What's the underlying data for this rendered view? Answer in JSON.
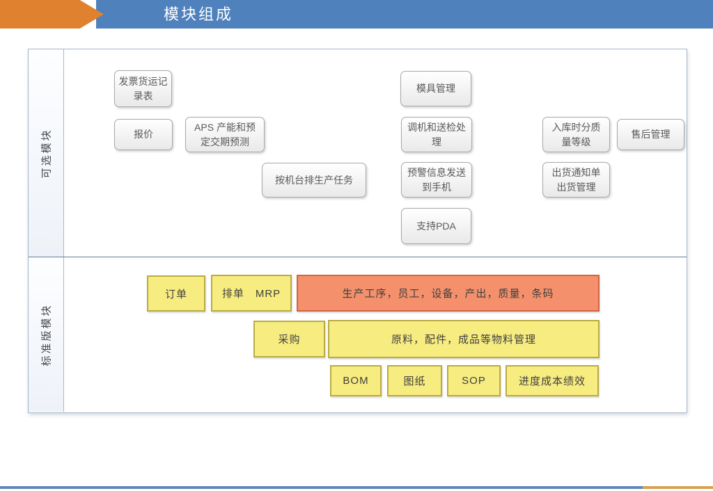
{
  "slide": {
    "title": "模块组成"
  },
  "colors": {
    "header_blue": "#4F81BD",
    "header_orange": "#E0812F",
    "footer_blue": "#5E88B8",
    "footer_orange": "#D9A04F",
    "frame_border": "#A7B7C7",
    "optional_box_border": "#A8A8A8",
    "optional_box_text": "#595959",
    "yellow_fill": "#F7EC80",
    "yellow_border": "#B9AB42",
    "orange_fill": "#F4916C",
    "orange_border": "#D06540"
  },
  "sections": {
    "optional": {
      "label": "可选模块",
      "modules": [
        {
          "label": "发票货运记\n录表"
        },
        {
          "label": "报价"
        },
        {
          "label": "APS 产能和预\n定交期预测"
        },
        {
          "label": "按机台排生产任务"
        },
        {
          "label": "模具管理"
        },
        {
          "label": "调机和送检处\n理"
        },
        {
          "label": "预警信息发送\n到手机"
        },
        {
          "label": "支持PDA"
        },
        {
          "label": "入库时分质\n量等级"
        },
        {
          "label": "售后管理"
        },
        {
          "label": "出货通知单\n出货管理"
        }
      ]
    },
    "standard": {
      "label": "标准版模块",
      "modules": [
        {
          "label": "订单"
        },
        {
          "label": "排单　MRP"
        },
        {
          "label": "生产工序，员工，设备，产出，质量，条码"
        },
        {
          "label": "采购"
        },
        {
          "label": "原料，配件，成品等物料管理"
        },
        {
          "label": "BOM"
        },
        {
          "label": "图纸"
        },
        {
          "label": "SOP"
        },
        {
          "label": "进度成本绩效"
        }
      ]
    }
  }
}
